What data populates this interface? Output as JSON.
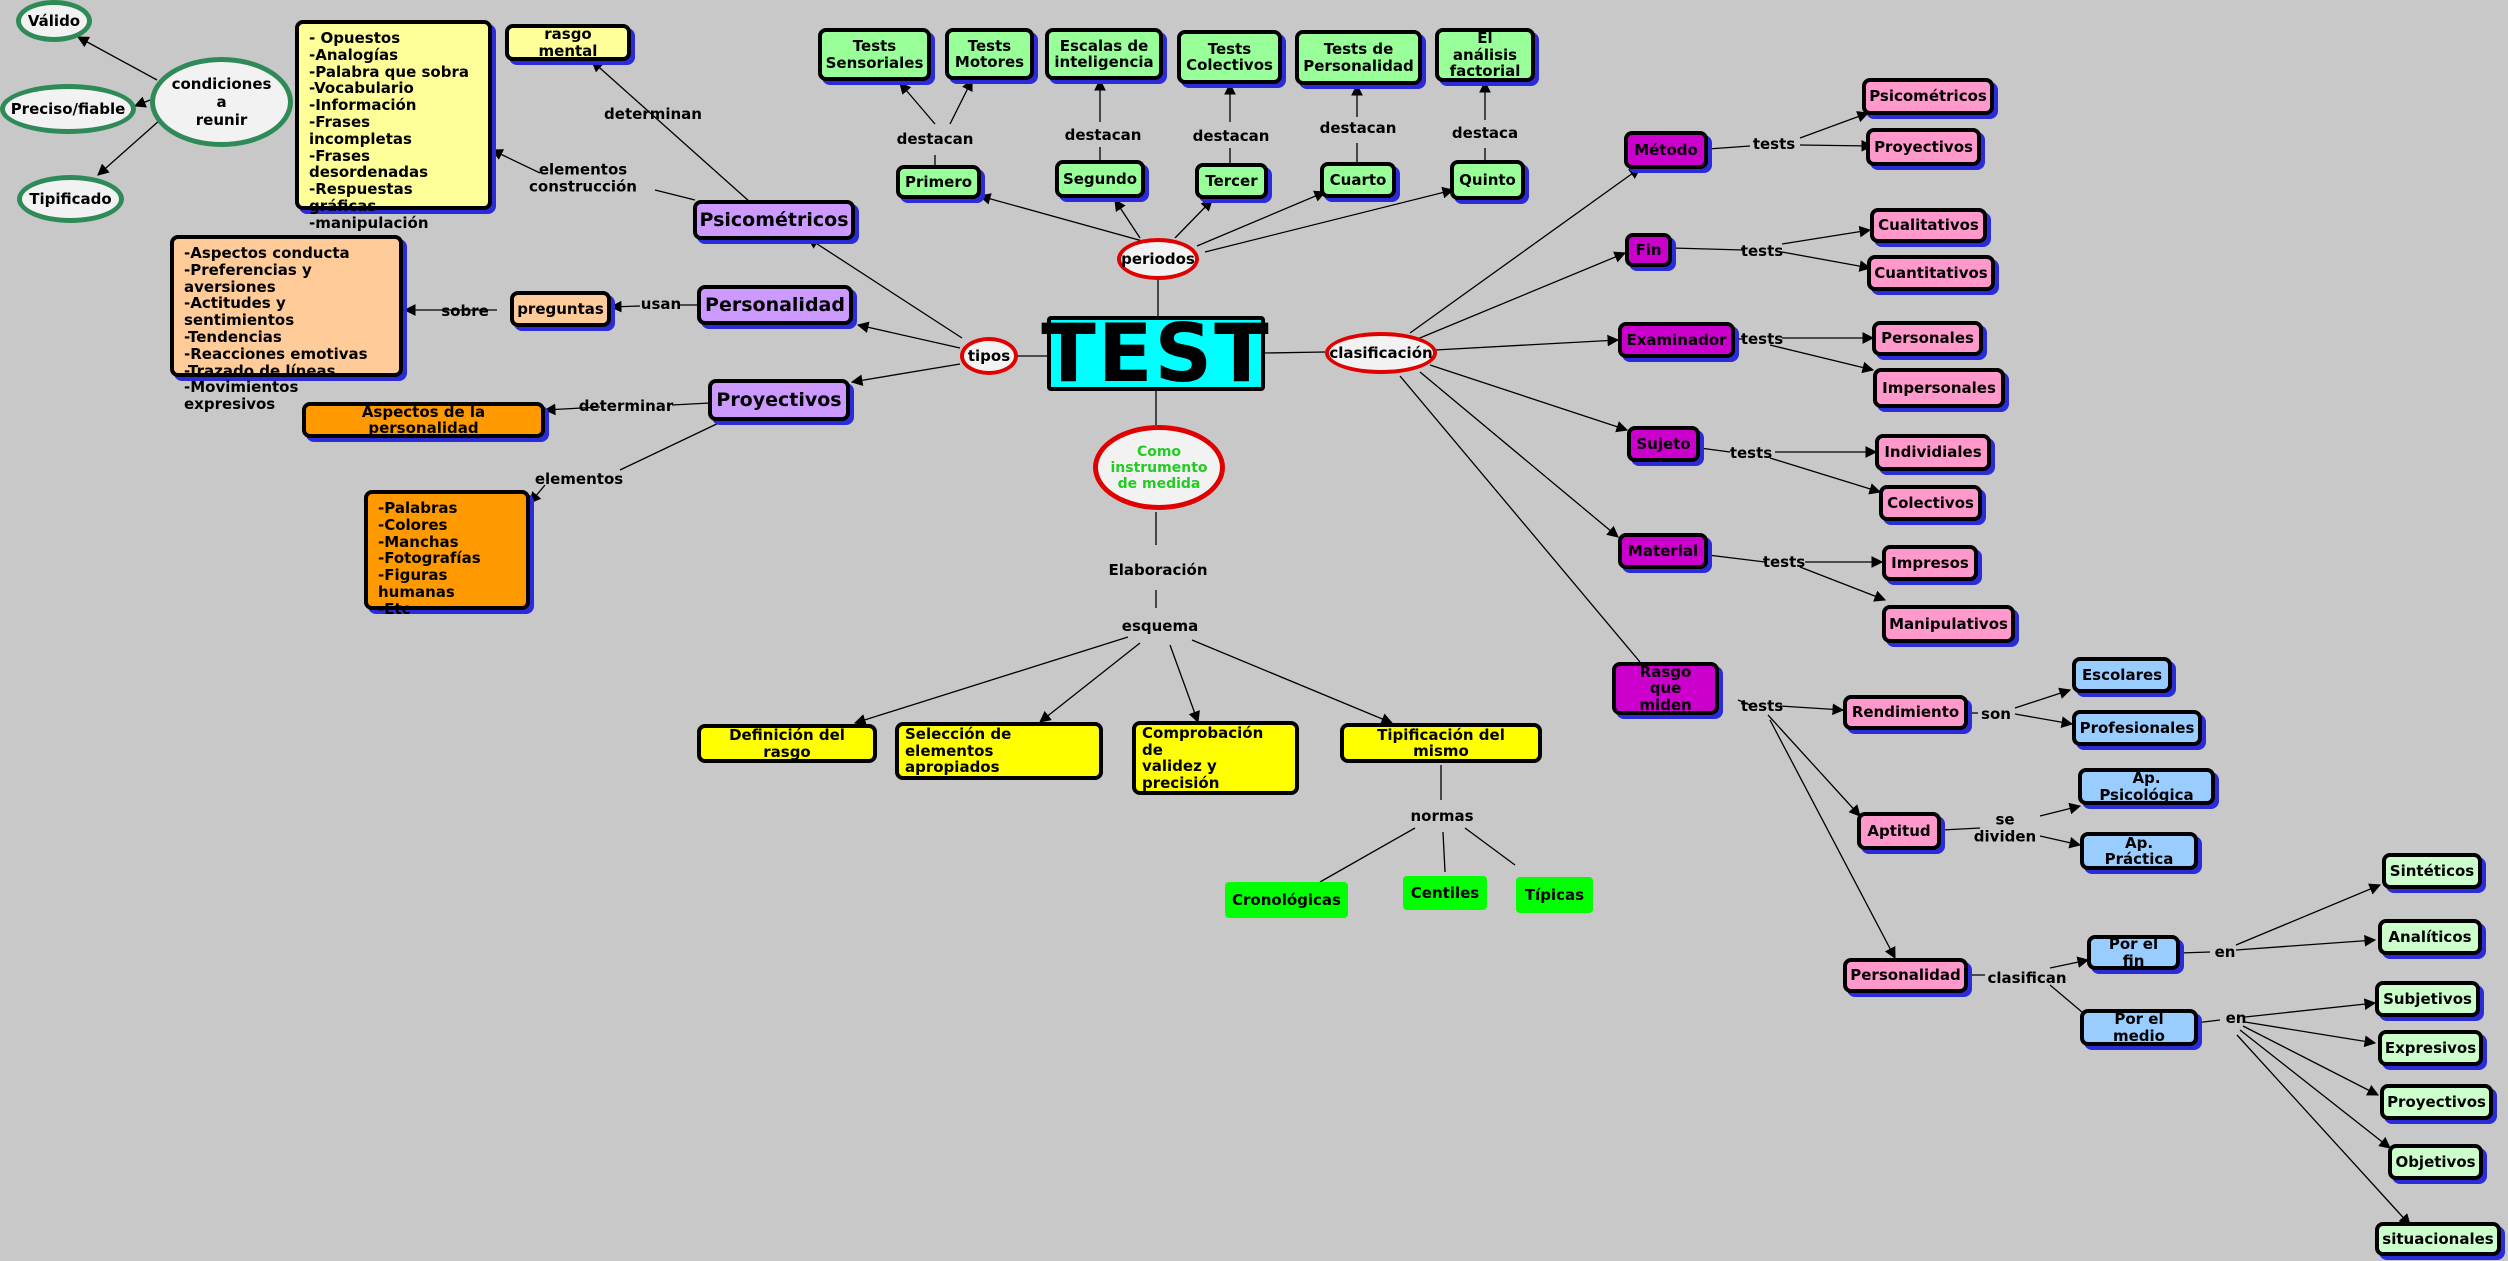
{
  "center": {
    "title": "TEST"
  },
  "colors": {
    "background": "#c8c8c8",
    "center": "#00ffff",
    "green": "#99ff99",
    "pink": "#ff99cc",
    "magenta": "#cc00cc",
    "blue": "#99ccff",
    "mint": "#ccffcc",
    "purple": "#cc99ff",
    "yellow": "#ffff00",
    "pale_yellow": "#ffff99",
    "peach": "#ffcc99",
    "orange": "#ff9900",
    "lime": "#00ff00",
    "red_outline": "#e00000",
    "teal_outline": "#2e8b57"
  },
  "hubs": {
    "periodos": "periodos",
    "tipos": "tipos",
    "clasificacion": "clasificación",
    "instrumento": "Como\ninstrumento\nde medida",
    "condiciones": "condiciones\na\nreunir"
  },
  "condiciones": {
    "valido": "Válido",
    "preciso": "Preciso/fiable",
    "tipificado": "Tipificado"
  },
  "periodos": {
    "primero": "Primero",
    "segundo": "Segundo",
    "tercero": "Tercer",
    "cuarto": "Cuarto",
    "quinto": "Quinto",
    "sensoriales": "Tests\nSensoriales",
    "motores": "Tests\nMotores",
    "escalas": "Escalas de\ninteligencia",
    "colectivos": "Tests\nColectivos",
    "personalidad": "Tests de\nPersonalidad",
    "factorial": "El análisis\nfactorial"
  },
  "tipos": {
    "psicometricos": "Psicométricos",
    "personalidad": "Personalidad",
    "proyectivos": "Proyectivos",
    "rasgo_mental": "rasgo mental",
    "preguntas": "preguntas",
    "aspectos": "Aspectos de la personalidad",
    "elementos_list": "- Opuestos\n-Analogías\n-Palabra que sobra\n-Vocabulario\n-Información\n-Frases incompletas\n-Frases desordenadas\n-Respuestas gráficas\n-manipulación",
    "conducta_list": "-Aspectos conducta\n-Preferencias y aversiones\n-Actitudes y sentimientos\n-Tendencias\n-Reacciones emotivas\n-Trazado de líneas\n-Movimientos expresivos",
    "proyectivos_list": "-Palabras\n-Colores\n-Manchas\n-Fotografías\n-Figuras humanas\n-Etc"
  },
  "instrumento": {
    "def_rasgo": "Definición del rasgo",
    "seleccion": "Selección de elementos\napropiados",
    "comprobacion": "Comprobación de\nvalidez y\nprecisión",
    "tipificacion": "Tipificación del mismo",
    "cronologicas": "Cronológicas",
    "centiles": "Centiles",
    "tipicas": "Típicas"
  },
  "clasificacion": {
    "metodo": "Método",
    "fin": "Fin",
    "examinador": "Examinador",
    "sujeto": "Sujeto",
    "material": "Material",
    "rasgo": "Rasgo que\nmiden",
    "psicometricos": "Psicométricos",
    "proyectivos": "Proyectivos",
    "cualitativos": "Cualitativos",
    "cuantitativos": "Cuantitativos",
    "personales": "Personales",
    "impersonales": "Impersonales",
    "individiales": "Individiales",
    "colectivos": "Colectivos",
    "impresos": "Impresos",
    "manipulativos": "Manipulativos",
    "rendimiento": "Rendimiento",
    "aptitud": "Aptitud",
    "personalidad": "Personalidad",
    "escolares": "Escolares",
    "profesionales": "Profesionales",
    "ap_psicologica": "Ap. Psicológica",
    "ap_practica": "Ap. Práctica",
    "por_fin": "Por el fin",
    "por_medio": "Por el medio",
    "sinteticos": "Sintéticos",
    "analiticos": "Analíticos",
    "subjetivos": "Subjetivos",
    "expresivos": "Expresivos",
    "proyectivos2": "Proyectivos",
    "objetivos": "Objetivos",
    "situacionales": "situacionales"
  },
  "labels": {
    "destacan": "destacan",
    "destaca": "destaca",
    "determinan": "determinan",
    "elementos_construccion": "elementos\nconstrucción",
    "usan": "usan",
    "sobre": "sobre",
    "determinar": "determinar",
    "elementos": "elementos",
    "elaboracion": "Elaboración",
    "esquema": "esquema",
    "normas": "normas",
    "tests": "tests",
    "son": "son",
    "se_dividen": "se\ndividen",
    "clasifican": "clasifican",
    "en": "en"
  }
}
